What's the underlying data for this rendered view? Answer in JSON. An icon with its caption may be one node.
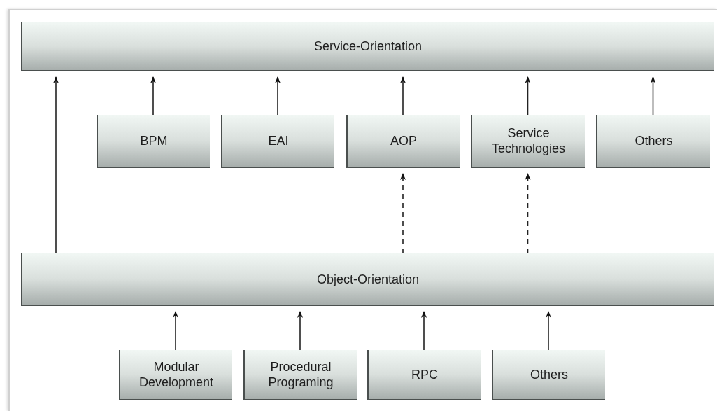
{
  "diagram": {
    "nodes": [
      {
        "text": [
          "Service-Orientation"
        ]
      },
      {
        "text": [
          "BPM"
        ]
      },
      {
        "text": [
          "EAI"
        ]
      },
      {
        "text": [
          "AOP"
        ]
      },
      {
        "text": [
          "Service Technologies"
        ]
      },
      {
        "text": [
          "Others"
        ]
      },
      {
        "text": [
          "Object-Orientation"
        ]
      },
      {
        "text": [
          "Modular Development"
        ]
      },
      {
        "text": [
          "Procedural Programing"
        ]
      },
      {
        "text": [
          "RPC"
        ]
      },
      {
        "text": [
          "Others"
        ]
      }
    ],
    "edges": [
      {
        "from": 1,
        "to": 0,
        "arrow": "to"
      },
      {
        "from": 2,
        "to": 0,
        "arrow": "to"
      },
      {
        "from": 3,
        "to": 0,
        "arrow": "to"
      },
      {
        "from": 4,
        "to": 0,
        "arrow": "to"
      },
      {
        "from": 5,
        "to": 0,
        "arrow": "to"
      },
      {
        "from": 6,
        "to": 0,
        "arrow": "to"
      },
      {
        "from": 6,
        "to": 3,
        "arrow": "to",
        "style": "dashed"
      },
      {
        "from": 6,
        "to": 4,
        "arrow": "to",
        "style": "dashed"
      },
      {
        "from": 7,
        "to": 6,
        "arrow": "to"
      },
      {
        "from": 8,
        "to": 6,
        "arrow": "to"
      },
      {
        "from": 9,
        "to": 6,
        "arrow": "to"
      },
      {
        "from": 10,
        "to": 6,
        "arrow": "to"
      }
    ]
  }
}
